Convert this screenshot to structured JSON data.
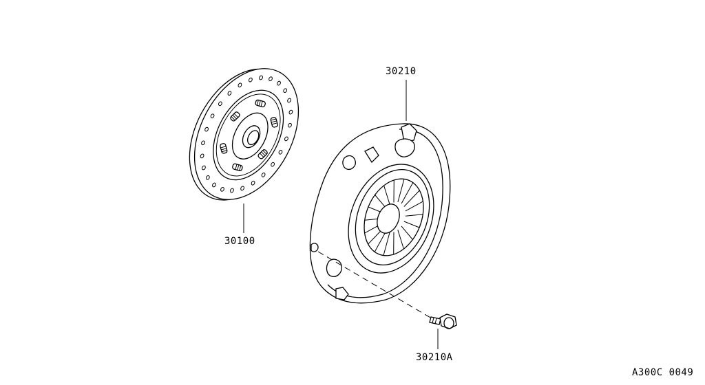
{
  "diagram": {
    "parts": [
      {
        "part_number": "30100"
      },
      {
        "part_number": "30210"
      },
      {
        "part_number": "30210A"
      }
    ],
    "reference_code": "A300C 0049"
  }
}
